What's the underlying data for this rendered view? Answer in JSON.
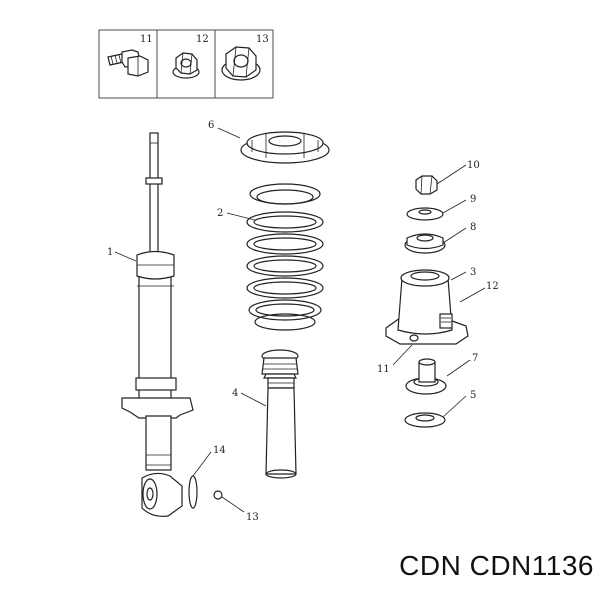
{
  "inset_labels": {
    "bolt": "11",
    "nut_small": "12",
    "nut_large": "13"
  },
  "callouts": {
    "shock_absorber": "1",
    "coil_spring": "2",
    "strut_mount": "3",
    "dust_boot": "4",
    "washer_bottom": "5",
    "upper_seat": "6",
    "bump_stop_seat": "7",
    "bearing": "8",
    "washer_top": "9",
    "top_nut": "10",
    "mount_bolt": "11",
    "mount_stud": "12",
    "lower_nut": "13",
    "lower_washer": "14"
  },
  "watermark": "CDN CDN1136"
}
